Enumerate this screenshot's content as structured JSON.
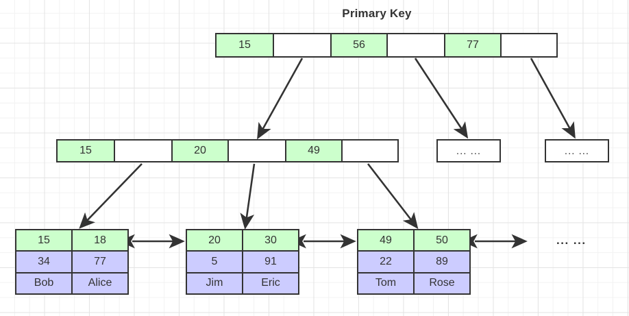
{
  "diagram": {
    "title": "Primary Key",
    "colors": {
      "key_cell": "#ccffcc",
      "data_cell": "#ccccff",
      "pointer_cell": "#ffffff",
      "stroke": "#333333",
      "grid_minor": "#f2f2f2",
      "grid_major": "#e4e4e4",
      "background": "#ffffff"
    },
    "root_node": {
      "cells": [
        {
          "text": "15",
          "type": "key"
        },
        {
          "text": "",
          "type": "pointer"
        },
        {
          "text": "56",
          "type": "key"
        },
        {
          "text": "",
          "type": "pointer"
        },
        {
          "text": "77",
          "type": "key"
        },
        {
          "text": "",
          "type": "pointer"
        }
      ]
    },
    "internal_node": {
      "cells": [
        {
          "text": "15",
          "type": "key"
        },
        {
          "text": "",
          "type": "pointer"
        },
        {
          "text": "20",
          "type": "key"
        },
        {
          "text": "",
          "type": "pointer"
        },
        {
          "text": "49",
          "type": "key"
        },
        {
          "text": "",
          "type": "pointer"
        }
      ]
    },
    "ellipsis_nodes": [
      {
        "text": "... ..."
      },
      {
        "text": "... ..."
      }
    ],
    "leaf_nodes": [
      {
        "keys": [
          "15",
          "18"
        ],
        "values": [
          "34",
          "77"
        ],
        "names": [
          "Bob",
          "Alice"
        ]
      },
      {
        "keys": [
          "20",
          "30"
        ],
        "values": [
          "5",
          "91"
        ],
        "names": [
          "Jim",
          "Eric"
        ]
      },
      {
        "keys": [
          "49",
          "50"
        ],
        "values": [
          "22",
          "89"
        ],
        "names": [
          "Tom",
          "Rose"
        ]
      }
    ],
    "leaf_trailing_ellipsis": "... ..."
  }
}
